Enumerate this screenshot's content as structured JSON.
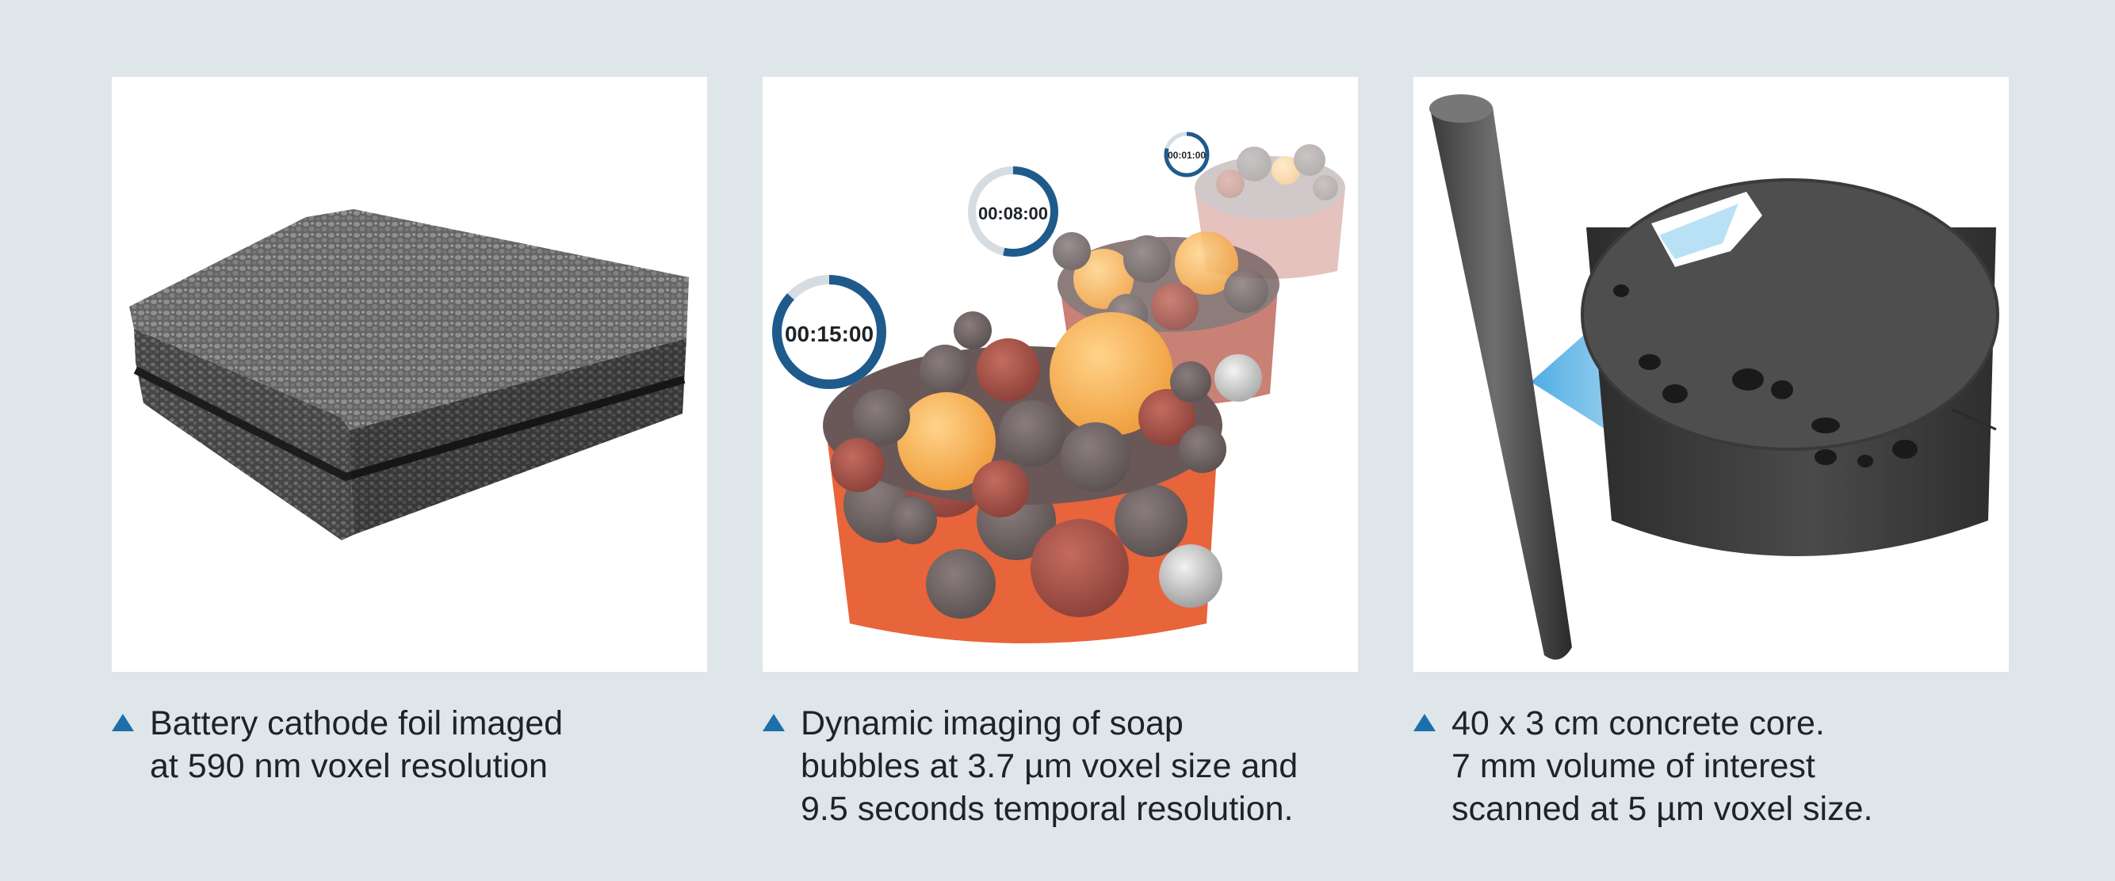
{
  "colors": {
    "background": "#dfe6ea",
    "panel": "#ffffff",
    "accent": "#1d6faa",
    "text": "#1e2328"
  },
  "panels": [
    {
      "image": "battery-cathode-foil-render",
      "caption": [
        "Battery cathode foil imaged",
        "at 590 nm voxel resolution"
      ]
    },
    {
      "image": "soap-bubbles-timelapse-render",
      "timers": [
        "00:15:00",
        "00:08:00",
        "00:01:00"
      ],
      "caption": [
        "Dynamic imaging of soap",
        "bubbles at 3.7 µm voxel size and",
        "9.5 seconds temporal resolution."
      ]
    },
    {
      "image": "concrete-core-render",
      "caption": [
        "40 x 3 cm concrete core.",
        "7 mm volume of interest",
        "scanned at 5 µm voxel size."
      ]
    }
  ]
}
